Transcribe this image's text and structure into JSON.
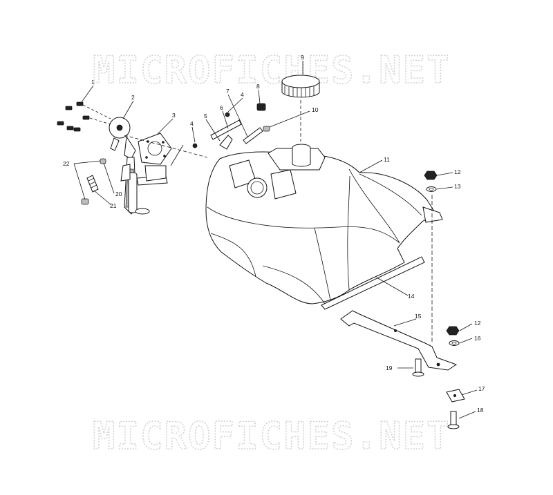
{
  "watermark": {
    "top": "MICROFICHES.NET",
    "bottom": "MICROFICHES.NET"
  },
  "callouts": {
    "c1": "1",
    "c2": "2",
    "c3": "3",
    "c4a": "4",
    "c4b": "4",
    "c5": "5",
    "c6": "6",
    "c7": "7",
    "c8": "8",
    "c9": "9",
    "c10": "10",
    "c11": "11",
    "c12a": "12",
    "c12b": "12",
    "c13": "13",
    "c14": "14",
    "c15": "15",
    "c16": "16",
    "c17": "17",
    "c18": "18",
    "c19": "19",
    "c20": "20",
    "c21": "21",
    "c22": "22"
  },
  "colors": {
    "ink": "#111111",
    "watermark": "#d2d2d2",
    "background": "#ffffff"
  }
}
